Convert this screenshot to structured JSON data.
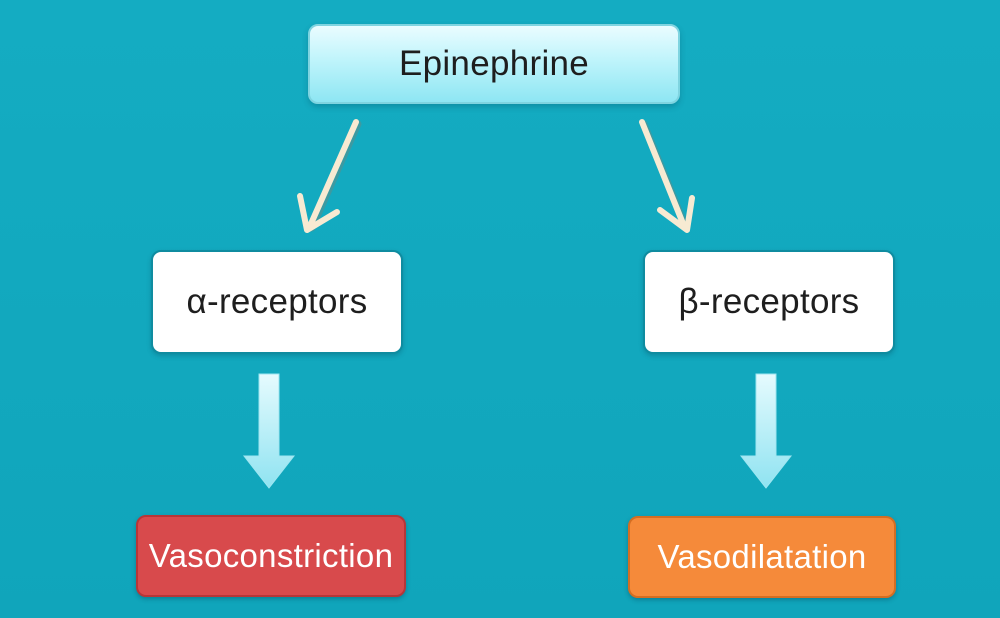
{
  "diagram": {
    "nodes": {
      "root": {
        "label": "Epinephrine"
      },
      "alpha": {
        "label": "α-receptors"
      },
      "beta": {
        "label": "β-receptors"
      },
      "vasoconstriction": {
        "label": "Vasoconstriction"
      },
      "vasodilatation": {
        "label": "Vasodilatation"
      }
    },
    "edges": [
      {
        "from": "Epinephrine",
        "to": "α-receptors"
      },
      {
        "from": "Epinephrine",
        "to": "β-receptors"
      },
      {
        "from": "α-receptors",
        "to": "Vasoconstriction"
      },
      {
        "from": "β-receptors",
        "to": "Vasodilatation"
      }
    ],
    "colors": {
      "background": "#12a9bf",
      "root_fill": "#bff4fb",
      "receptor_fill": "#ffffff",
      "vasoconstriction_fill": "#d84a4c",
      "vasodilatation_fill": "#f58a3a",
      "thin_arrow": "#f7ead2",
      "block_arrow": "#bff2fa"
    }
  }
}
